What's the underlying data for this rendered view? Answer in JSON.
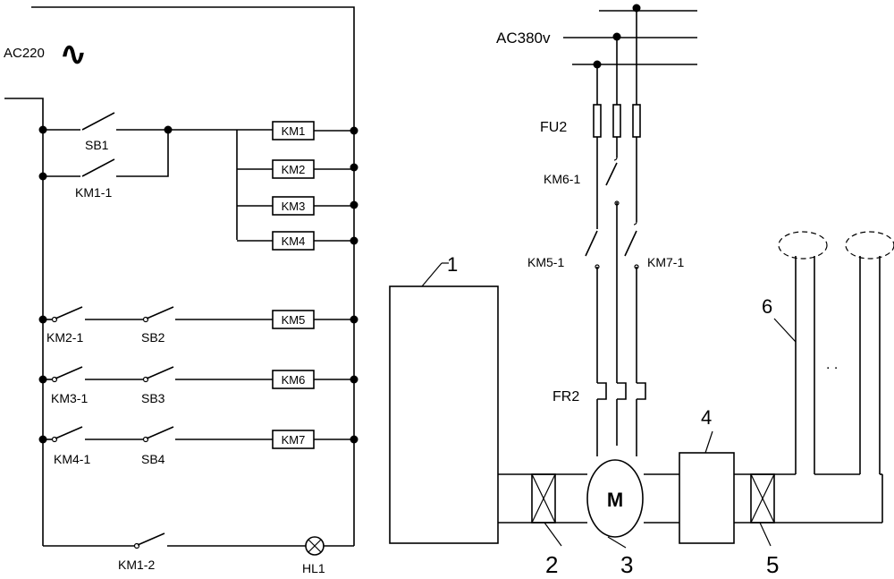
{
  "control_circuit": {
    "supply_label": "AC220",
    "supply_symbol": "∿",
    "switches": {
      "sb1": "SB1",
      "km1_1": "KM1-1",
      "km2_1": "KM2-1",
      "sb2": "SB2",
      "km3_1": "KM3-1",
      "sb3": "SB3",
      "km4_1": "KM4-1",
      "sb4": "SB4",
      "km1_2": "KM1-2"
    },
    "coils": {
      "km1": "KM1",
      "km2": "KM2",
      "km3": "KM3",
      "km4": "KM4",
      "km5": "KM5",
      "km6": "KM6",
      "km7": "KM7"
    },
    "lamp": "HL1"
  },
  "power_circuit": {
    "supply_label": "AC380v",
    "fuse": "FU2",
    "contact_km6_1": "KM6-1",
    "contact_km5_1": "KM5-1",
    "contact_km7_1": "KM7-1",
    "thermal_relay": "FR2",
    "motor": "M"
  },
  "components": {
    "c1": "1",
    "c2": "2",
    "c3": "3",
    "c4": "4",
    "c5": "5",
    "c6": "6",
    "ellipsis": ". ."
  }
}
